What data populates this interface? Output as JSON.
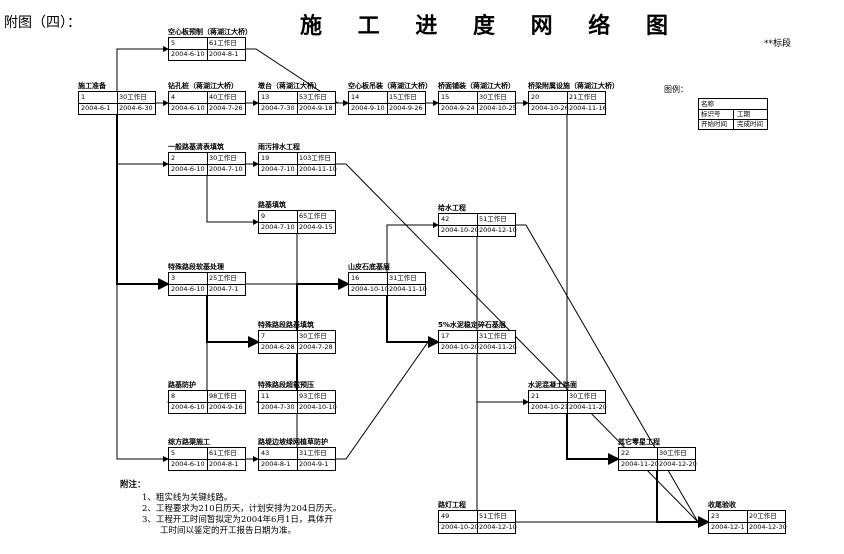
{
  "title": "施 工 进 度 网 络 图",
  "prefix": "附图（四）：",
  "section": "**标段",
  "legend": {
    "label": "图例：",
    "name": "名称",
    "id_label": "标识号",
    "duration_label": "工期",
    "start_label": "开始时间",
    "finish_label": "完成时间"
  },
  "notes": {
    "title": "附注：",
    "items": [
      "1、粗实线为关键线路。",
      "2、工程要求为210日历天，计划安排为204日历天。",
      "3、工程开工时间暂拟定为2004年6月1日，具体开",
      "工时间以鉴定的开工报告日期为准。"
    ]
  },
  "nodes": [
    {
      "name": "施工准备",
      "id": "1",
      "dur": "30工作日",
      "start": "2004-6-1",
      "end": "2004-6-30"
    },
    {
      "name": "空心板预制（蒋湖江大桥）",
      "id": "5",
      "dur": "61工作日",
      "start": "2004-6-10",
      "end": "2004-8-1"
    },
    {
      "name": "钻孔桩（蒋湖江大桥）",
      "id": "4",
      "dur": "40工作日",
      "start": "2004-6-10",
      "end": "2004-7-26"
    },
    {
      "name": "墩台（蒋湖江大桥）",
      "id": "13",
      "dur": "53工作日",
      "start": "2004-7-30",
      "end": "2004-9-18"
    },
    {
      "name": "空心板吊装（蒋湖江大桥）",
      "id": "14",
      "dur": "15工作日",
      "start": "2004-9-10",
      "end": "2004-9-26"
    },
    {
      "name": "桥面铺装（蒋湖江大桥）",
      "id": "15",
      "dur": "30工作日",
      "start": "2004-9-24",
      "end": "2004-10-25"
    },
    {
      "name": "桥梁附属设施（蒋湖江大桥）",
      "id": "20",
      "dur": "21工作日",
      "start": "2004-10-26",
      "end": "2004-11-16"
    },
    {
      "name": "一般路基清表填筑",
      "id": "2",
      "dur": "30工作日",
      "start": "2004-6-10",
      "end": "2004-7-10"
    },
    {
      "name": "雨污排水工程",
      "id": "19",
      "dur": "103工作日",
      "start": "2004-7-10",
      "end": "2004-11-10"
    },
    {
      "name": "路基填筑",
      "id": "9",
      "dur": "65工作日",
      "start": "2004-7-10",
      "end": "2004-9-15"
    },
    {
      "name": "给水工程",
      "id": "42",
      "dur": "51工作日",
      "start": "2004-10-20",
      "end": "2004-12-10"
    },
    {
      "name": "特殊路段软基处理",
      "id": "3",
      "dur": "25工作日",
      "start": "2004-6-10",
      "end": "2004-7-1"
    },
    {
      "name": "山皮石底基层",
      "id": "16",
      "dur": "31工作日",
      "start": "2004-10-10",
      "end": "2004-11-10"
    },
    {
      "name": "特殊路段路基填筑",
      "id": "7",
      "dur": "30工作日",
      "start": "2004-6-28",
      "end": "2004-7-28"
    },
    {
      "name": "5%水泥稳定碎石基层",
      "id": "17",
      "dur": "31工作日",
      "start": "2004-10-20",
      "end": "2004-11-20"
    },
    {
      "name": "路基防护",
      "id": "8",
      "dur": "98工作日",
      "start": "2004-6-10",
      "end": "2004-9-16"
    },
    {
      "name": "特殊路段超载预压",
      "id": "11",
      "dur": "93工作日",
      "start": "2004-7-30",
      "end": "2004-10-10"
    },
    {
      "name": "水泥混凝土路面",
      "id": "21",
      "dur": "30工作日",
      "start": "2004-10-21",
      "end": "2004-11-20"
    },
    {
      "name": "综方路渠施工",
      "id": "5",
      "dur": "61工作日",
      "start": "2004-6-10",
      "end": "2004-8-1"
    },
    {
      "name": "路堤边坡绿网植草防护",
      "id": "43",
      "dur": "31工作日",
      "start": "2004-8-1",
      "end": "2004-9-1"
    },
    {
      "name": "其它零星工程",
      "id": "22",
      "dur": "30工作日",
      "start": "2004-11-20",
      "end": "2004-12-20"
    },
    {
      "name": "路灯工程",
      "id": "49",
      "dur": "51工作日",
      "start": "2004-10-20",
      "end": "2004-12-10"
    },
    {
      "name": "收尾验收",
      "id": "23",
      "dur": "20工作日",
      "start": "2004-12-1",
      "end": "2004-12-30"
    }
  ],
  "edges": [
    {
      "from": "1",
      "to": "5a",
      "critical": false
    },
    {
      "from": "1",
      "to": "4",
      "critical": false
    },
    {
      "from": "1",
      "to": "2",
      "critical": false
    },
    {
      "from": "1",
      "to": "3",
      "critical": true
    },
    {
      "from": "1",
      "to": "5b",
      "critical": false
    },
    {
      "from": "5a",
      "to": "14",
      "critical": false
    },
    {
      "from": "4",
      "to": "13",
      "critical": false
    },
    {
      "from": "13",
      "to": "14",
      "critical": false
    },
    {
      "from": "14",
      "to": "15",
      "critical": false
    },
    {
      "from": "15",
      "to": "20",
      "critical": false
    },
    {
      "from": "20",
      "to": "22",
      "critical": false
    },
    {
      "from": "2",
      "to": "19",
      "critical": false
    },
    {
      "from": "2",
      "to": "9",
      "critical": false
    },
    {
      "from": "19",
      "to": "23",
      "critical": false
    },
    {
      "from": "9",
      "to": "16",
      "critical": false
    },
    {
      "from": "3",
      "to": "8",
      "critical": false
    },
    {
      "from": "3",
      "to": "7",
      "critical": true
    },
    {
      "from": "3",
      "to": "16",
      "critical": false
    },
    {
      "from": "7",
      "to": "11",
      "critical": true
    },
    {
      "from": "11",
      "to": "16",
      "critical": true
    },
    {
      "from": "16",
      "to": "42",
      "critical": false
    },
    {
      "from": "16",
      "to": "17",
      "critical": true
    },
    {
      "from": "17",
      "to": "21",
      "critical": false
    },
    {
      "from": "17",
      "to": "49",
      "critical": false
    },
    {
      "from": "42",
      "to": "21",
      "critical": false
    },
    {
      "from": "21",
      "to": "22",
      "critical": true
    },
    {
      "from": "22",
      "to": "23",
      "critical": true
    },
    {
      "from": "49",
      "to": "23",
      "critical": false
    },
    {
      "from": "5b",
      "to": "43",
      "critical": false
    },
    {
      "from": "43",
      "to": "17",
      "critical": false
    },
    {
      "from": "11",
      "to": "43",
      "critical": false
    },
    {
      "from": "42",
      "to": "23",
      "critical": false
    }
  ]
}
